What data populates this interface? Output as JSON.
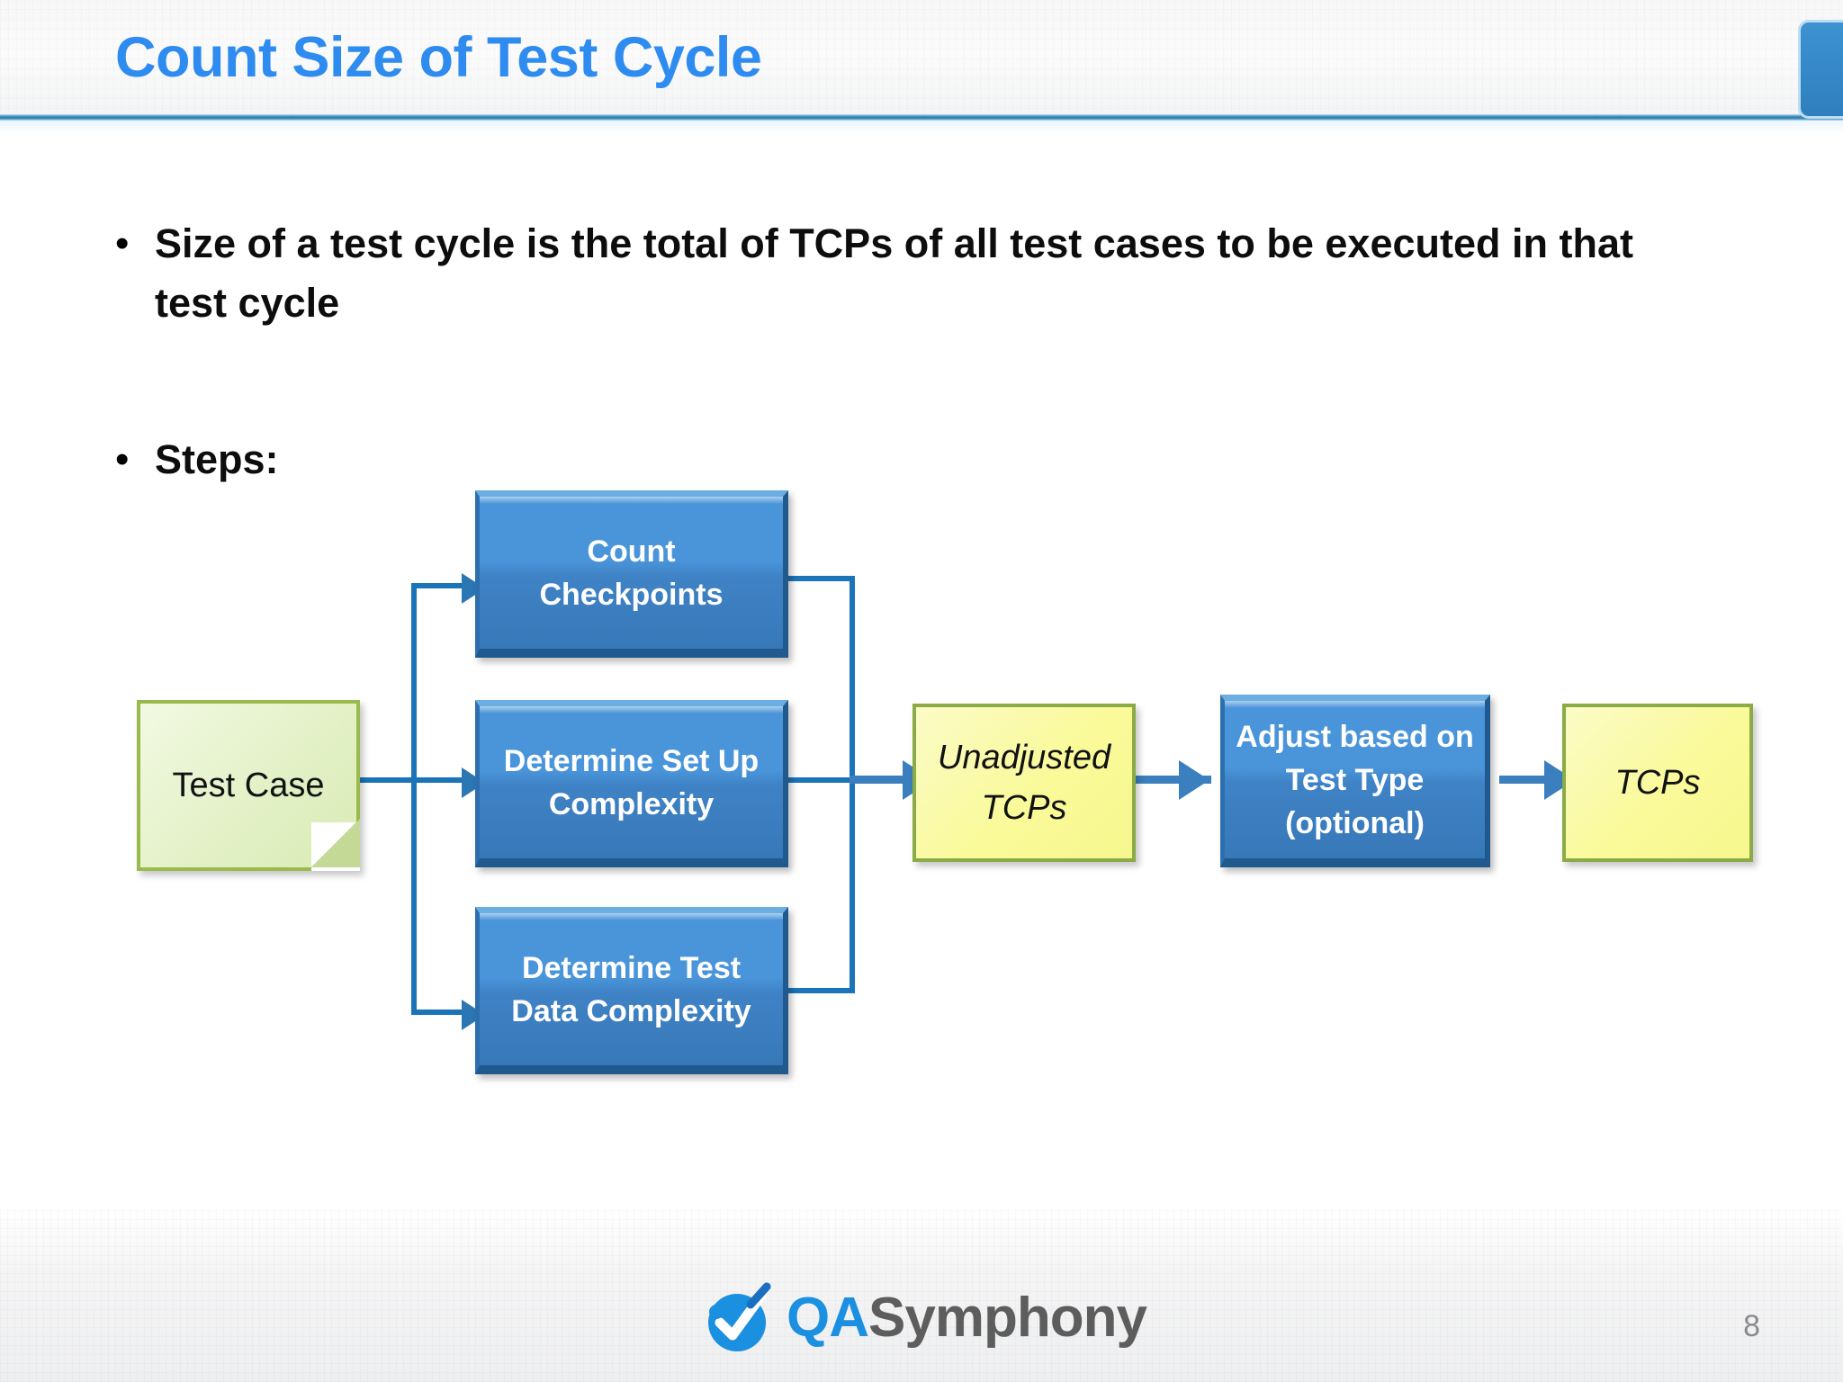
{
  "slide": {
    "title": "Count Size of Test Cycle",
    "page_number": "8",
    "accent_color": "#2e8cf0",
    "rule_color": "#2f7fb2"
  },
  "bullets": [
    {
      "marker": "•",
      "text": "Size of a test cycle is the total of TCPs of all test cases to be executed in that test cycle"
    },
    {
      "marker": "•",
      "text": "Steps:"
    }
  ],
  "diagram": {
    "type": "flowchart",
    "nodes": [
      {
        "id": "test-case",
        "label": "Test Case",
        "shape": "folded-note",
        "fill": "#e3f1c7",
        "border": "#9aba4e",
        "text_color": "#111111"
      },
      {
        "id": "count-checkpoints",
        "label": "Count\nCheckpoints",
        "line1": "Count",
        "line2": "Checkpoints",
        "shape": "process",
        "fill": "#4a95da",
        "border": "#20598e",
        "text_color": "#ffffff"
      },
      {
        "id": "determine-setup-complexity",
        "label": "Determine Set Up\nComplexity",
        "line1": "Determine Set Up",
        "line2": "Complexity",
        "shape": "process",
        "fill": "#4a95da",
        "border": "#20598e",
        "text_color": "#ffffff"
      },
      {
        "id": "determine-test-data-complexity",
        "label": "Determine Test\nData Complexity",
        "line1": "Determine Test",
        "line2": "Data Complexity",
        "shape": "process",
        "fill": "#4a95da",
        "border": "#20598e",
        "text_color": "#ffffff"
      },
      {
        "id": "unadjusted-tcps",
        "label": "Unadjusted\nTCPs",
        "line1": "Unadjusted",
        "line2": "TCPs",
        "shape": "data",
        "fill": "#fafa9a",
        "border": "#8aab45",
        "text_color": "#111111"
      },
      {
        "id": "adjust-based-on-test-type",
        "label": "Adjust based on\nTest Type\n(optional)",
        "line1": "Adjust based on",
        "line2": "Test Type",
        "line3": "(optional)",
        "shape": "process",
        "fill": "#4a95da",
        "border": "#20598e",
        "text_color": "#ffffff"
      },
      {
        "id": "tcps",
        "label": "TCPs",
        "shape": "data",
        "fill": "#fafa9a",
        "border": "#8aab45",
        "text_color": "#111111"
      }
    ],
    "edges": [
      {
        "from": "test-case",
        "to": "count-checkpoints"
      },
      {
        "from": "test-case",
        "to": "determine-setup-complexity"
      },
      {
        "from": "test-case",
        "to": "determine-test-data-complexity"
      },
      {
        "from": "count-checkpoints",
        "to": "unadjusted-tcps"
      },
      {
        "from": "determine-setup-complexity",
        "to": "unadjusted-tcps"
      },
      {
        "from": "determine-test-data-complexity",
        "to": "unadjusted-tcps"
      },
      {
        "from": "unadjusted-tcps",
        "to": "adjust-based-on-test-type"
      },
      {
        "from": "adjust-based-on-test-type",
        "to": "tcps"
      }
    ],
    "connector_color": "#1b74b8"
  },
  "footer": {
    "logo_qa": "QA",
    "logo_symphony": "Symphony"
  }
}
